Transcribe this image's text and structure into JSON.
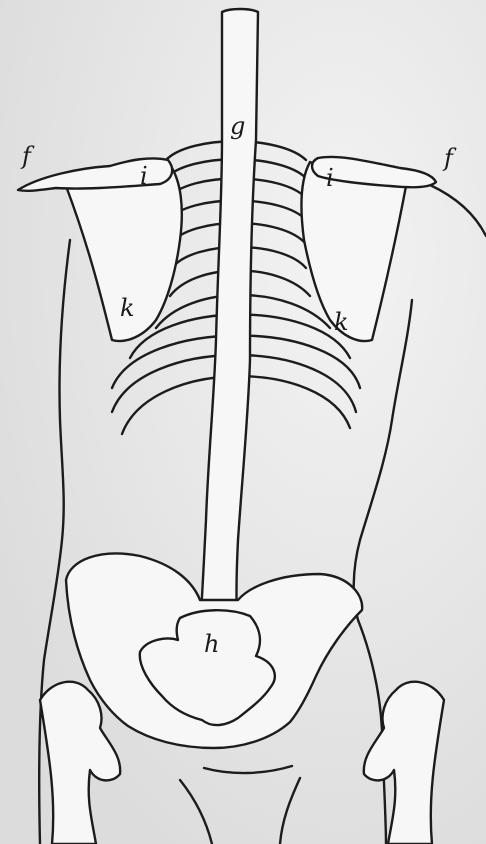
{
  "labels": {
    "f_left": "f",
    "f_right": "f",
    "g": "g",
    "h": "h",
    "i_left": "i",
    "i_right": "i",
    "k_left": "k",
    "k_right": "k"
  },
  "colors": {
    "background": "#ebebeb",
    "line": "#1c1c1c",
    "bone_fill": "#f7f7f7"
  }
}
